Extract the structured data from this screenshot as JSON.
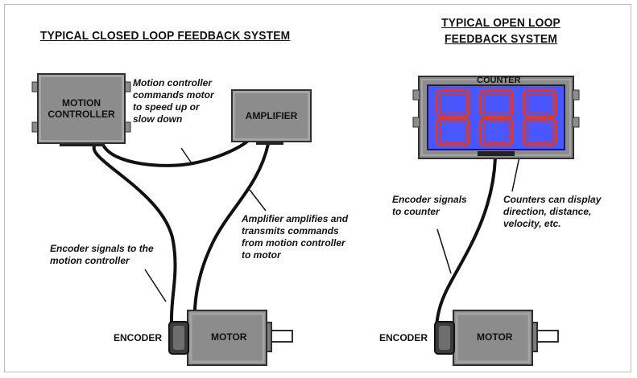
{
  "closed_loop": {
    "title": "TYPICAL CLOSED LOOP FEEDBACK SYSTEM",
    "motion_controller_label": "MOTION\nCONTROLLER",
    "amplifier_label": "AMPLIFIER",
    "motor_label": "MOTOR",
    "encoder_label": "ENCODER",
    "note_controller": "Motion controller\ncommands motor\nto speed up or\nslow down",
    "note_amplifier": "Amplifier amplifies and\ntransmits commands\nfrom motion controller\nto motor",
    "note_encoder": "Encoder signals to the\nmotion controller"
  },
  "open_loop": {
    "title": "TYPICAL OPEN LOOP\nFEEDBACK SYSTEM",
    "counter_label": "COUNTER",
    "motor_label": "MOTOR",
    "encoder_label": "ENCODER",
    "note_encoder": "Encoder signals\nto counter",
    "note_counter": "Counters can display\ndirection, distance,\nvelocity, etc."
  },
  "colors": {
    "box_gray": "#8c8c8c",
    "cable": "#111111",
    "display_blue": "#4a56ff",
    "segment_red": "#d93a2a"
  }
}
